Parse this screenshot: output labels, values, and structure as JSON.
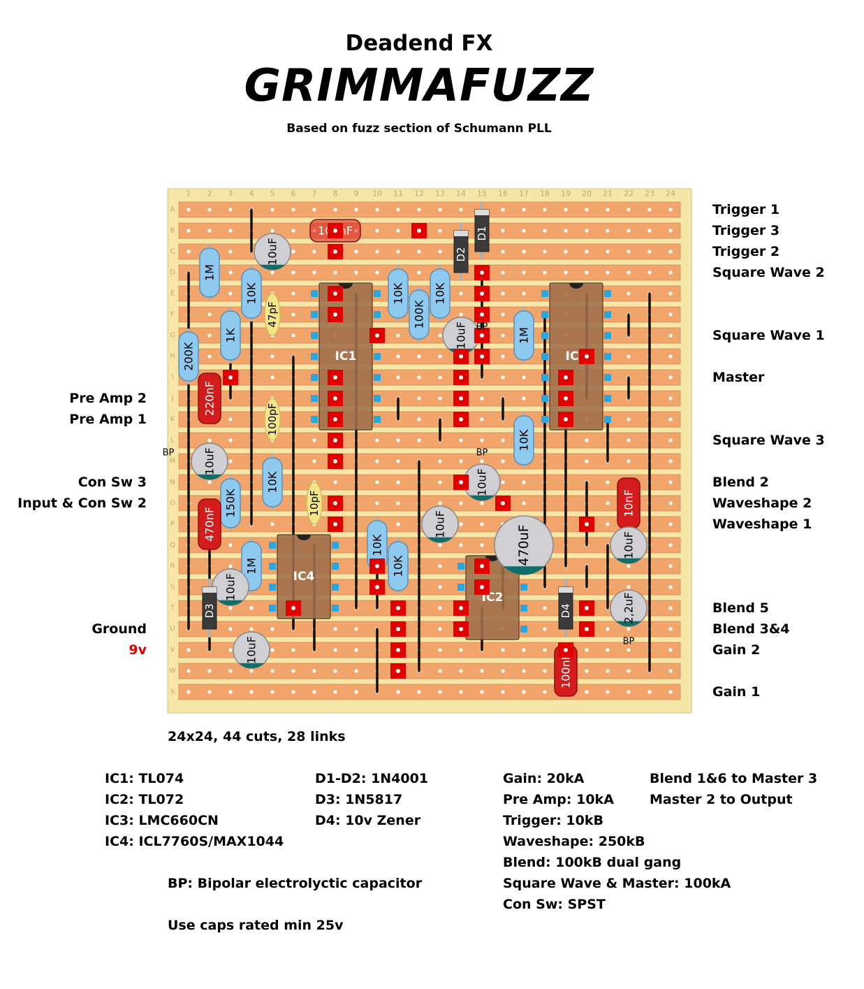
{
  "header": {
    "brand": "Deadend FX",
    "title": "GRIMMAFUZZ",
    "subtitle": "Based on fuzz section of Schumann PLL"
  },
  "board": {
    "columns": [
      "1",
      "2",
      "3",
      "4",
      "5",
      "6",
      "7",
      "8",
      "9",
      "10",
      "11",
      "12",
      "13",
      "14",
      "15",
      "16",
      "17",
      "18",
      "19",
      "20",
      "21",
      "22",
      "23",
      "24"
    ],
    "rows": [
      "A",
      "B",
      "C",
      "D",
      "E",
      "F",
      "G",
      "H",
      "I",
      "J",
      "K",
      "L",
      "M",
      "N",
      "O",
      "P",
      "Q",
      "R",
      "S",
      "T",
      "U",
      "V",
      "W",
      "X"
    ],
    "summary": "24x24, 44 cuts, 28 links",
    "colors": {
      "board": "#f6e6a8",
      "strip": "#f2a56b",
      "cut": "#e00000",
      "resistor": "#8ec9ef",
      "link": "#111111",
      "ic": "#9e6e4a"
    }
  },
  "ics": [
    {
      "label": "IC1",
      "col": 8,
      "row": 5,
      "pins": 14
    },
    {
      "label": "IC2",
      "col": 15,
      "row": 18,
      "pins": 8
    },
    {
      "label": "IC3",
      "col": 19,
      "row": 5,
      "pins": 14
    },
    {
      "label": "IC4",
      "col": 6,
      "row": 17,
      "pins": 8
    }
  ],
  "components": [
    {
      "kind": "film",
      "label": "100nF",
      "col": 8,
      "row": 2,
      "horizontal": true
    },
    {
      "kind": "resistor",
      "label": "1M",
      "col": 2,
      "row": 4
    },
    {
      "kind": "resistor",
      "label": "10K",
      "col": 4,
      "row": 5
    },
    {
      "kind": "elyt",
      "label": "10uF",
      "col": 5,
      "row": 3
    },
    {
      "kind": "ceramic",
      "label": "47pF",
      "col": 5,
      "row": 6
    },
    {
      "kind": "resistor",
      "label": "1K",
      "col": 3,
      "row": 7
    },
    {
      "kind": "resistor",
      "label": "200K",
      "col": 1,
      "row": 8
    },
    {
      "kind": "film",
      "label": "220nF",
      "col": 2,
      "row": 10
    },
    {
      "kind": "ceramic",
      "label": "100pF",
      "col": 5,
      "row": 11
    },
    {
      "kind": "elyt",
      "label": "10uF",
      "col": 2,
      "row": 13
    },
    {
      "kind": "resistor",
      "label": "10K",
      "col": 5,
      "row": 14
    },
    {
      "kind": "resistor",
      "label": "150K",
      "col": 3,
      "row": 15
    },
    {
      "kind": "film",
      "label": "470nF",
      "col": 2,
      "row": 16
    },
    {
      "kind": "ceramic",
      "label": "10pF",
      "col": 7,
      "row": 15
    },
    {
      "kind": "resistor",
      "label": "1M",
      "col": 4,
      "row": 18
    },
    {
      "kind": "elyt",
      "label": "10uF",
      "col": 3,
      "row": 19
    },
    {
      "kind": "diode",
      "label": "D3",
      "col": 2,
      "row": 20
    },
    {
      "kind": "elyt",
      "label": "10uF",
      "col": 4,
      "row": 22
    },
    {
      "kind": "resistor",
      "label": "10K",
      "col": 11,
      "row": 5
    },
    {
      "kind": "resistor",
      "label": "100K",
      "col": 12,
      "row": 6
    },
    {
      "kind": "resistor",
      "label": "10K",
      "col": 13,
      "row": 5
    },
    {
      "kind": "diode",
      "label": "D2",
      "col": 14,
      "row": 3
    },
    {
      "kind": "diode",
      "label": "D1",
      "col": 15,
      "row": 2
    },
    {
      "kind": "elyt",
      "label": "10uF",
      "col": 14,
      "row": 7
    },
    {
      "kind": "resistor",
      "label": "1M",
      "col": 17,
      "row": 7
    },
    {
      "kind": "resistor",
      "label": "10K",
      "col": 17,
      "row": 12
    },
    {
      "kind": "elyt",
      "label": "10uF",
      "col": 15,
      "row": 14
    },
    {
      "kind": "elyt",
      "label": "10uF",
      "col": 13,
      "row": 16
    },
    {
      "kind": "resistor",
      "label": "10K",
      "col": 10,
      "row": 17
    },
    {
      "kind": "resistor",
      "label": "10K",
      "col": 11,
      "row": 18
    },
    {
      "kind": "elyt_big",
      "label": "470uF",
      "col": 17,
      "row": 17
    },
    {
      "kind": "film",
      "label": "10nF",
      "col": 22,
      "row": 15
    },
    {
      "kind": "elyt",
      "label": "10uF",
      "col": 22,
      "row": 17
    },
    {
      "kind": "diode",
      "label": "D4",
      "col": 19,
      "row": 20
    },
    {
      "kind": "elyt",
      "label": "2,2uF",
      "col": 22,
      "row": 20
    },
    {
      "kind": "film",
      "label": "100nF",
      "col": 19,
      "row": 23
    }
  ],
  "bp_marks": [
    {
      "text": "BP",
      "col": 15,
      "row": 7
    },
    {
      "text": "BP",
      "col": 0,
      "row": 13
    },
    {
      "text": "BP",
      "col": 15,
      "row": 13
    },
    {
      "text": "BP",
      "col": 22,
      "row": 22
    }
  ],
  "links": [
    [
      1,
      4,
      1,
      21
    ],
    [
      2,
      17,
      2,
      22
    ],
    [
      3,
      6,
      3,
      10
    ],
    [
      4,
      1,
      4,
      3
    ],
    [
      4,
      5,
      4,
      16
    ],
    [
      6,
      8,
      6,
      21
    ],
    [
      7,
      17,
      7,
      22
    ],
    [
      9,
      5,
      9,
      20
    ],
    [
      10,
      17,
      10,
      20
    ],
    [
      10,
      21,
      10,
      24
    ],
    [
      11,
      10,
      11,
      11
    ],
    [
      12,
      13,
      12,
      21
    ],
    [
      13,
      11,
      13,
      12
    ],
    [
      15,
      4,
      15,
      9
    ],
    [
      16,
      10,
      16,
      11
    ],
    [
      18,
      6,
      18,
      19
    ],
    [
      20,
      5,
      20,
      10
    ],
    [
      20,
      14,
      20,
      17
    ],
    [
      21,
      11,
      21,
      13
    ],
    [
      22,
      6,
      22,
      7
    ],
    [
      22,
      9,
      22,
      10
    ],
    [
      23,
      5,
      23,
      23
    ],
    [
      16,
      18,
      16,
      20
    ],
    [
      12,
      21,
      12,
      23
    ],
    [
      15,
      20,
      15,
      22
    ],
    [
      20,
      18,
      20,
      19
    ],
    [
      21,
      17,
      21,
      20
    ],
    [
      19,
      11,
      19,
      18
    ]
  ],
  "cuts": [
    [
      15,
      4
    ],
    [
      15,
      5
    ],
    [
      15,
      6
    ],
    [
      15,
      7
    ],
    [
      15,
      8
    ],
    [
      8,
      2
    ],
    [
      8,
      3
    ],
    [
      12,
      2
    ],
    [
      10,
      7
    ],
    [
      3,
      9
    ],
    [
      8,
      5
    ],
    [
      8,
      6
    ],
    [
      8,
      9
    ],
    [
      8,
      10
    ],
    [
      8,
      11
    ],
    [
      8,
      12
    ],
    [
      8,
      13
    ],
    [
      8,
      15
    ],
    [
      8,
      16
    ],
    [
      14,
      8
    ],
    [
      14,
      9
    ],
    [
      14,
      10
    ],
    [
      14,
      11
    ],
    [
      14,
      14
    ],
    [
      19,
      9
    ],
    [
      19,
      10
    ],
    [
      19,
      11
    ],
    [
      20,
      8
    ],
    [
      20,
      16
    ],
    [
      20,
      20
    ],
    [
      20,
      21
    ],
    [
      10,
      18
    ],
    [
      10,
      19
    ],
    [
      11,
      20
    ],
    [
      11,
      21
    ],
    [
      11,
      22
    ],
    [
      11,
      23
    ],
    [
      6,
      20
    ],
    [
      16,
      15
    ],
    [
      15,
      18
    ],
    [
      15,
      19
    ],
    [
      14,
      20
    ],
    [
      14,
      21
    ],
    [
      19,
      22
    ]
  ],
  "left_labels": [
    {
      "text": "Pre Amp 2",
      "row": 10
    },
    {
      "text": "Pre Amp 1",
      "row": 11
    },
    {
      "text": "Con Sw 3",
      "row": 14
    },
    {
      "text": "Input & Con Sw 2",
      "row": 15
    },
    {
      "text": "Ground",
      "row": 21
    },
    {
      "text": "9v",
      "row": 22,
      "red": true
    }
  ],
  "right_labels": [
    {
      "text": "Trigger 1",
      "row": 1
    },
    {
      "text": "Trigger 3",
      "row": 2
    },
    {
      "text": "Trigger 2",
      "row": 3
    },
    {
      "text": "Square Wave 2",
      "row": 4
    },
    {
      "text": "Square Wave 1",
      "row": 7
    },
    {
      "text": "Master",
      "row": 9
    },
    {
      "text": "Square Wave 3",
      "row": 12
    },
    {
      "text": "Blend 2",
      "row": 14
    },
    {
      "text": "Waveshape 2",
      "row": 15
    },
    {
      "text": "Waveshape 1",
      "row": 16
    },
    {
      "text": "Blend 5",
      "row": 20
    },
    {
      "text": "Blend 3&4",
      "row": 21
    },
    {
      "text": "Gain 2",
      "row": 22
    },
    {
      "text": "Gain 1",
      "row": 24
    }
  ],
  "notes": {
    "ic_types": [
      "IC1: TL074",
      "IC2: TL072",
      "IC3: LMC660CN",
      "IC4: ICL7760S/MAX1044"
    ],
    "diodes": [
      "D1-D2: 1N4001",
      "D3: 1N5817",
      "D4: 10v Zener"
    ],
    "pots": [
      "Gain: 20kA",
      "Pre Amp: 10kA",
      "Trigger: 10kB",
      "Waveshape: 250kB",
      "Blend: 100kB dual gang",
      "Square Wave & Master: 100kA",
      "Con Sw: SPST"
    ],
    "wiring": [
      "Blend 1&6 to Master 3",
      "Master 2 to Output"
    ],
    "bp_note": "BP: Bipolar electrolyctic capacitor",
    "caps_note": "Use caps rated min 25v"
  }
}
